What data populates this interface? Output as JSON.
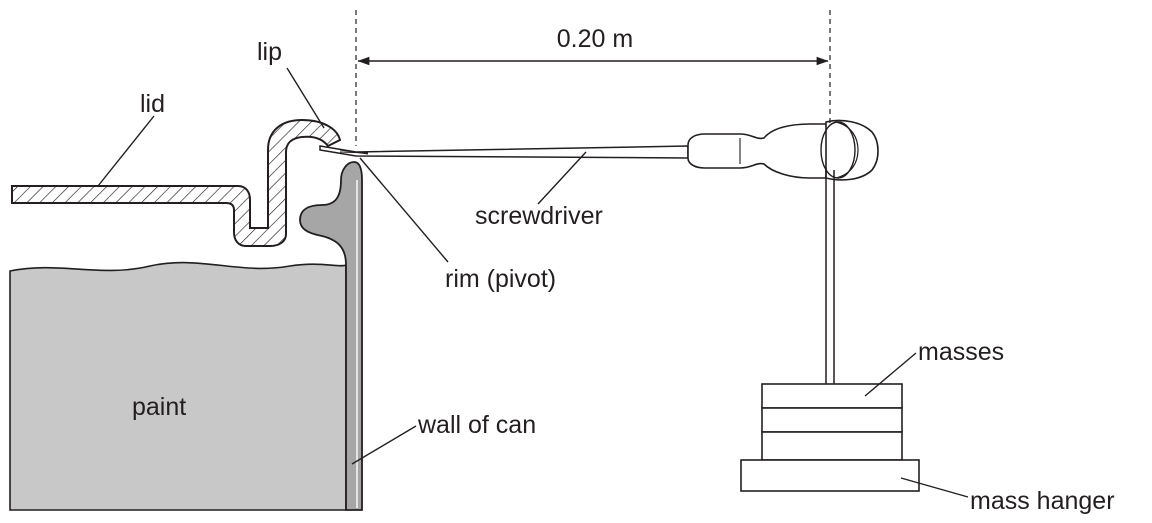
{
  "diagram": {
    "labels": {
      "lip": "lip",
      "lid": "lid",
      "distance": "0.20 m",
      "screwdriver": "screwdriver",
      "rim": "rim (pivot)",
      "masses": "masses",
      "paint": "paint",
      "wall": "wall of can",
      "hanger": "mass hanger"
    },
    "colors": {
      "ink": "#231f20",
      "paint": "#c8c8c8",
      "wall": "#a6a6a6"
    }
  }
}
